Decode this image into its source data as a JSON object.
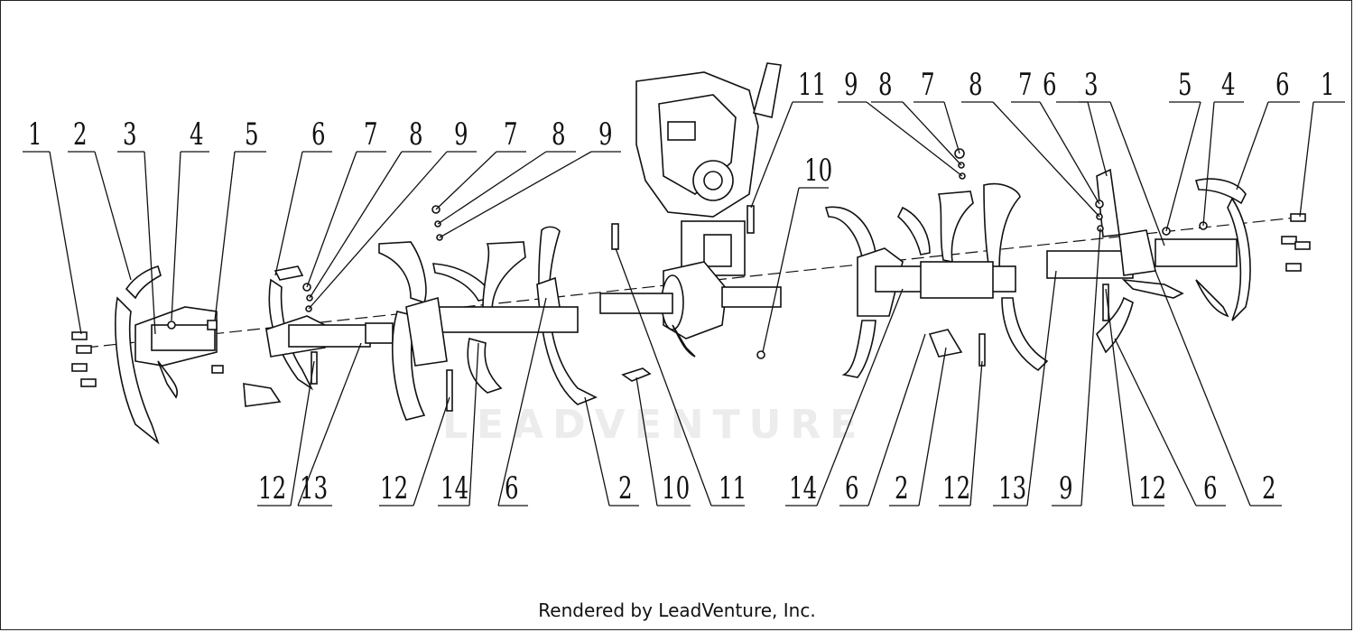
{
  "watermark": "LEADVENTURE",
  "footer": "Rendered by LeadVenture, Inc.",
  "callouts_top": [
    "1",
    "2",
    "3",
    "4",
    "5",
    "6",
    "7",
    "8",
    "9",
    "7",
    "8",
    "9",
    "11",
    "10",
    "9",
    "8",
    "7",
    "8",
    "7",
    "6",
    "3",
    "5",
    "4",
    "6",
    "1"
  ],
  "callouts_bottom": [
    "12",
    "13",
    "12",
    "14",
    "6",
    "2",
    "10",
    "11",
    "14",
    "6",
    "2",
    "12",
    "13",
    "9",
    "12",
    "6",
    "2"
  ]
}
